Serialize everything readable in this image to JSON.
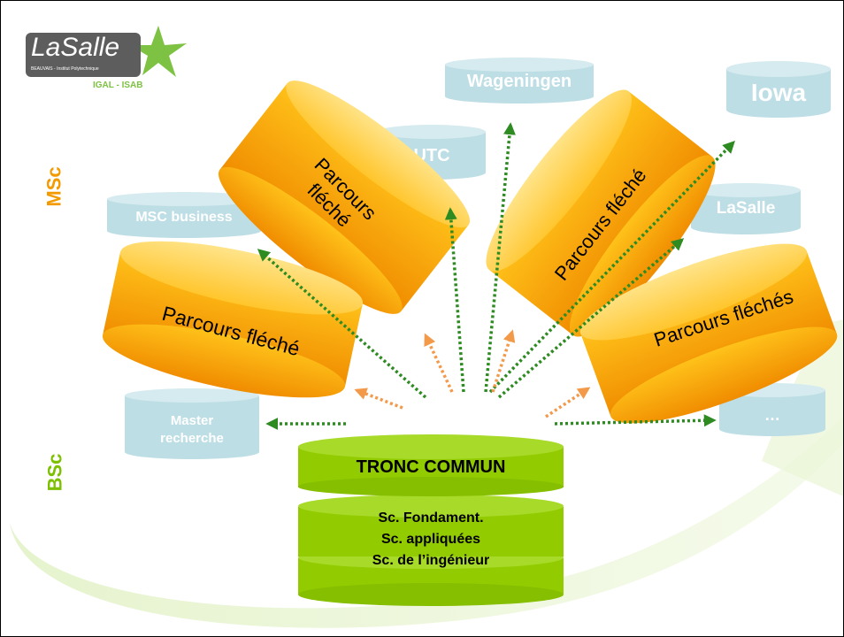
{
  "logo": {
    "name": "LaSalle",
    "subtitle": "BEAUVAIS - Institut Polytechnique",
    "tag": "IGAL - ISAB"
  },
  "levels": {
    "msc": "MSc",
    "bsc": "BSc"
  },
  "destinations": {
    "wageningen": "Wageningen",
    "iowa": "Iowa",
    "utc": "UTC",
    "msc_business": "MSC business",
    "lasalle": "LaSalle",
    "master_recherche": [
      "Master",
      "recherche"
    ],
    "etc": "…"
  },
  "tracks": {
    "t1": [
      "Parcours",
      "fléché"
    ],
    "t2": "Parcours fléché",
    "t3": "Parcours fléché",
    "t4": "Parcours fléchés"
  },
  "core": {
    "title": "TRONC COMMUN",
    "subjects": [
      "Sc. Fondament.",
      "Sc. appliquées",
      "Sc. de l’ingénieur"
    ]
  },
  "colors": {
    "grey_cylinder": "#BEDEE5",
    "orange_cylinder": "#F7A400",
    "green_cylinder": "#92CC00",
    "green_arrow": "#2E8B22",
    "orange_arrow": "#F39A4A",
    "msc_label": "#F29A00",
    "bsc_label": "#7CC000"
  }
}
